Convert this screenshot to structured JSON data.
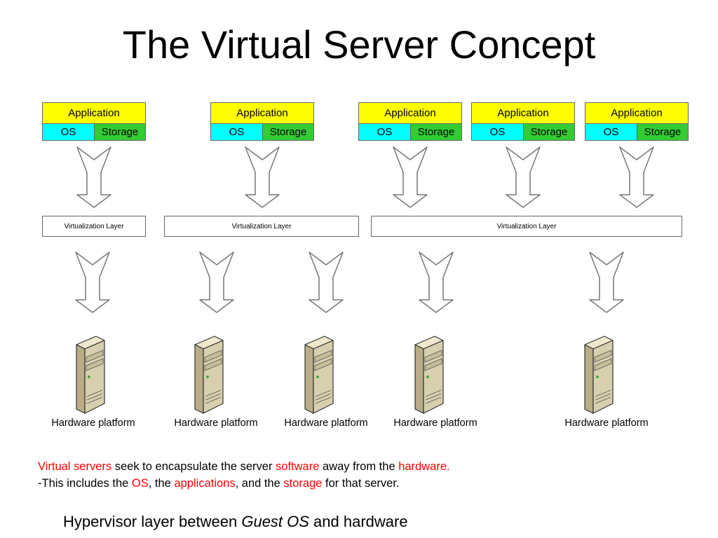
{
  "title": "The Virtual Server Concept",
  "stack_labels": {
    "application": "Application",
    "os": "OS",
    "storage": "Storage"
  },
  "virtualization_layer_label": "Virtualization Layer",
  "hardware_label": "Hardware platform",
  "caption": {
    "line1": {
      "virtual_servers": "Virtual servers",
      "t1": " seek to encapsulate the server ",
      "software": "software",
      "t2": " away from the ",
      "hardware": "hardware."
    },
    "line2": {
      "t1": "-This includes the ",
      "os": "OS",
      "t2": ", the ",
      "applications": "applications",
      "t3": ", and the ",
      "storage": "storage",
      "t4": " for that server."
    }
  },
  "bottom_line": {
    "t1": "Hypervisor layer between ",
    "guest_os": "Guest OS",
    "t2": " and hardware"
  },
  "colors": {
    "application": "#ffff00",
    "os": "#00ffff",
    "storage": "#33cc33",
    "highlight": "#ff0000",
    "server_body": "#d8cfae"
  }
}
